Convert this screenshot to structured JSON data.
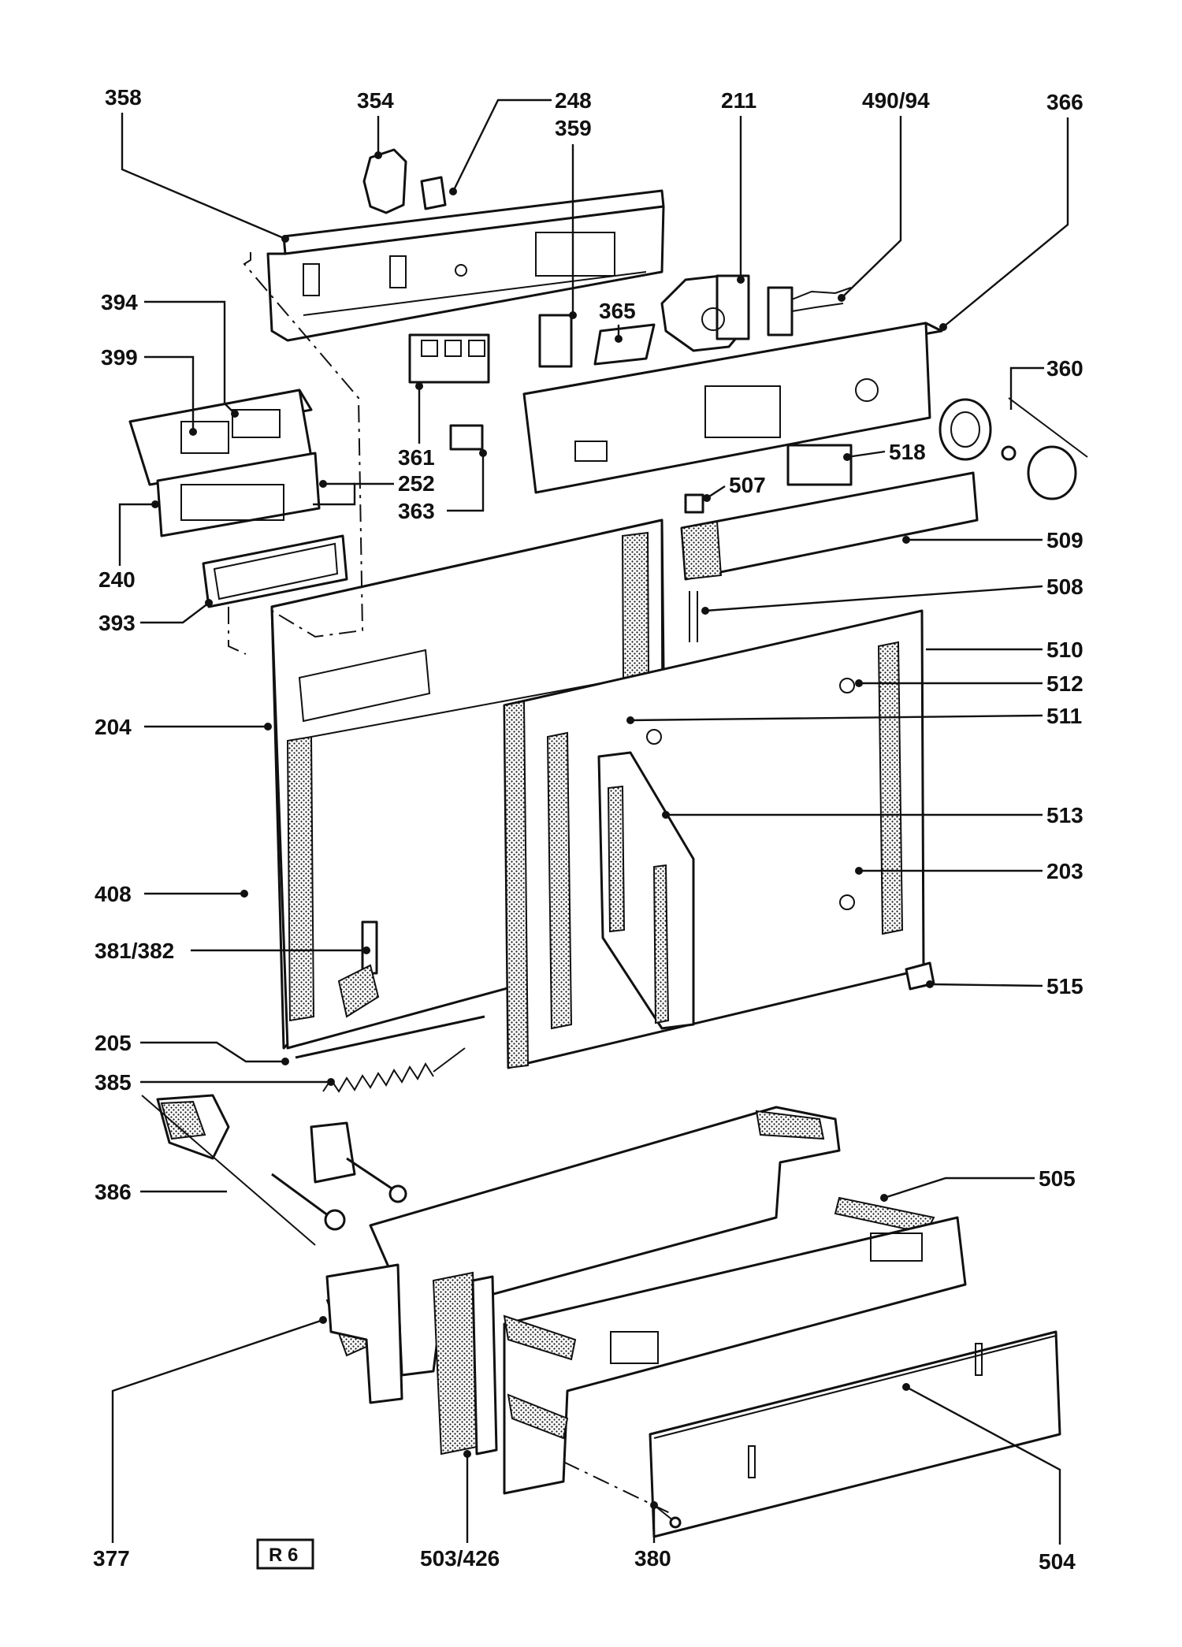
{
  "diagram": {
    "badge": "R 6",
    "labels": {
      "l358": "358",
      "l354": "354",
      "l248": "248",
      "l359": "359",
      "l211": "211",
      "l490": "490/94",
      "l366": "366",
      "l394": "394",
      "l399": "399",
      "l365": "365",
      "l360": "360",
      "l361": "361",
      "l252": "252",
      "l363": "363",
      "l518": "518",
      "l240": "240",
      "l507": "507",
      "l509": "509",
      "l393": "393",
      "l508": "508",
      "l510": "510",
      "l512": "512",
      "l204": "204",
      "l511": "511",
      "l513": "513",
      "l203": "203",
      "l408": "408",
      "l381": "381/382",
      "l515": "515",
      "l205": "205",
      "l385": "385",
      "l505": "505",
      "l386": "386",
      "l377": "377",
      "l503": "503/426",
      "l380": "380",
      "l504": "504"
    }
  }
}
